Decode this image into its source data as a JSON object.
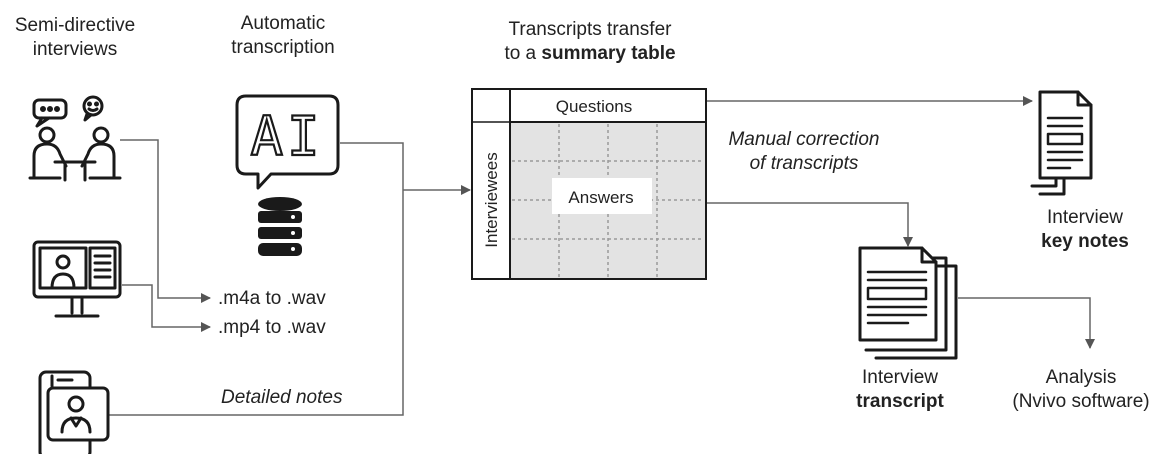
{
  "columns": {
    "interviews": {
      "line1": "Semi-directive",
      "line2": "interviews"
    },
    "transcription": {
      "line1": "Automatic",
      "line2": "transcription",
      "ai_glyph": "AI"
    },
    "table": {
      "line1": "Transcripts transfer",
      "line2_prefix": "to a ",
      "line2_bold": "summary table"
    }
  },
  "summary_table": {
    "questions": "Questions",
    "interviewees": "Interviewees",
    "answers": "Answers"
  },
  "conversions": {
    "m4a": ".m4a to .wav",
    "mp4": ".mp4 to .wav"
  },
  "flow_labels": {
    "detailed_notes": "Detailed notes",
    "manual_line1": "Manual correction",
    "manual_line2": "of transcripts"
  },
  "outputs": {
    "key_notes": {
      "line1": "Interview",
      "line2": "key notes"
    },
    "transcript": {
      "line1": "Interview",
      "line2": "transcript"
    },
    "analysis": {
      "line1": "Analysis",
      "line2": "(Nvivo software)"
    }
  },
  "colors": {
    "stroke": "#1a1a1a",
    "connector": "#666666",
    "table_fill": "#e3e3e3",
    "grid": "#9a9a9a"
  }
}
